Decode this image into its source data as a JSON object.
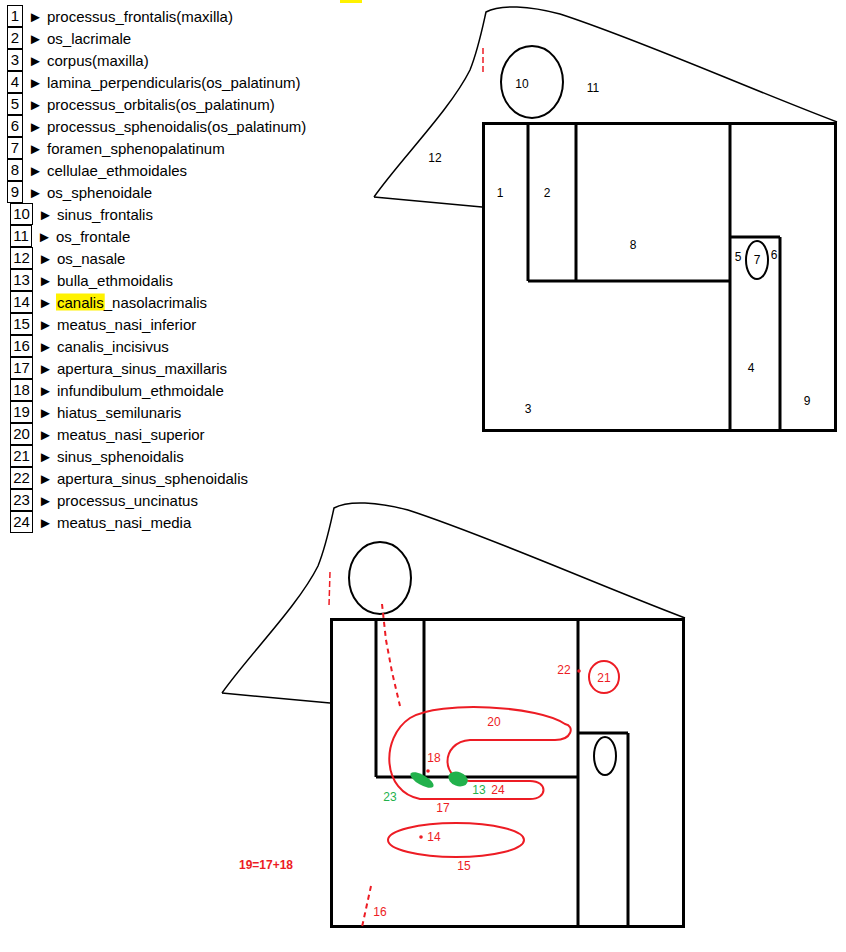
{
  "diagram": {
    "nodes": [
      {
        "text": [
          "1",
          "► processus_frontalis(maxilla)"
        ]
      },
      {
        "text": [
          "2",
          "► os_lacrimale"
        ]
      },
      {
        "text": [
          "3",
          "► corpus(maxilla)"
        ]
      },
      {
        "text": [
          "4",
          "► lamina_perpendicularis(os_palatinum)"
        ]
      },
      {
        "text": [
          "5",
          "► processus_orbitalis(os_palatinum)"
        ]
      },
      {
        "text": [
          "6",
          "► processus_sphenoidalis(os_palatinum)"
        ]
      },
      {
        "text": [
          "7",
          "► foramen_sphenopalatinum"
        ]
      },
      {
        "text": [
          "8",
          "► cellulae_ethmoidales"
        ]
      },
      {
        "text": [
          "9",
          "► os_sphenoidale"
        ]
      },
      {
        "text": [
          "10",
          "► sinus_frontalis"
        ]
      },
      {
        "text": [
          "11",
          "► os_frontale"
        ]
      },
      {
        "text": [
          "12",
          "► os_nasale"
        ]
      },
      {
        "text": [
          "13",
          "► bulla_ethmoidalis"
        ]
      },
      {
        "text": [
          "14",
          "► canalis_nasolacrimalis"
        ]
      },
      {
        "text": [
          "15",
          "► meatus_nasi_inferior"
        ]
      },
      {
        "text": [
          "16",
          "► canalis_incisivus"
        ]
      },
      {
        "text": [
          "17",
          "► apertura_sinus_maxillaris"
        ]
      },
      {
        "text": [
          "18",
          "► infundibulum_ethmoidale"
        ]
      },
      {
        "text": [
          "19",
          "► hiatus_semilunaris"
        ]
      },
      {
        "text": [
          "20",
          "► meatus_nasi_superior"
        ]
      },
      {
        "text": [
          "21",
          "► sinus_sphenoidalis"
        ]
      },
      {
        "text": [
          "22",
          "► apertura_sinus_sphenoidalis"
        ]
      },
      {
        "text": [
          "23",
          "► processus_uncinatus"
        ]
      },
      {
        "text": [
          "24",
          "► meatus_nasi_media"
        ]
      }
    ],
    "labels": [
      "10",
      "11",
      "12",
      "1",
      "2",
      "8",
      "5",
      "7",
      "6",
      "4",
      "3",
      "9",
      "22",
      "21",
      "20",
      "18",
      "23",
      "13",
      "24",
      "17",
      "14",
      "15",
      "19=17+18",
      "16"
    ]
  }
}
